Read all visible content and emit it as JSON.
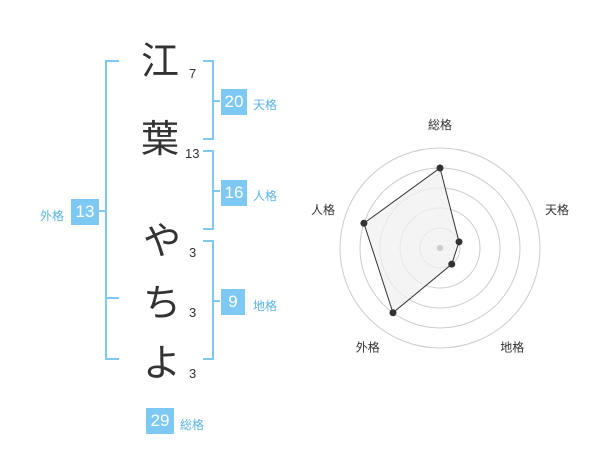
{
  "name_chars": [
    {
      "char": "江",
      "strokes": "7"
    },
    {
      "char": "葉",
      "strokes": "13"
    },
    {
      "char": "や",
      "strokes": "3"
    },
    {
      "char": "ち",
      "strokes": "3"
    },
    {
      "char": "よ",
      "strokes": "3"
    }
  ],
  "badges": {
    "tenkaku": {
      "value": "20",
      "label": "天格"
    },
    "jinkaku": {
      "value": "16",
      "label": "人格"
    },
    "chikaku": {
      "value": "9",
      "label": "地格"
    },
    "gaikaku": {
      "value": "13",
      "label": "外格"
    },
    "soukaku": {
      "value": "29",
      "label": "総格"
    }
  },
  "radar": {
    "axes": [
      "総格",
      "天格",
      "地格",
      "外格",
      "人格"
    ],
    "levels": 5,
    "values": [
      4,
      1,
      1,
      4,
      4
    ],
    "colors": {
      "grid": "#cccccc",
      "fill": "#f0f0f0",
      "line": "#333333",
      "center": "#cccccc"
    }
  },
  "colors": {
    "accent": "#7ec9f3",
    "label": "#58b3e8"
  }
}
